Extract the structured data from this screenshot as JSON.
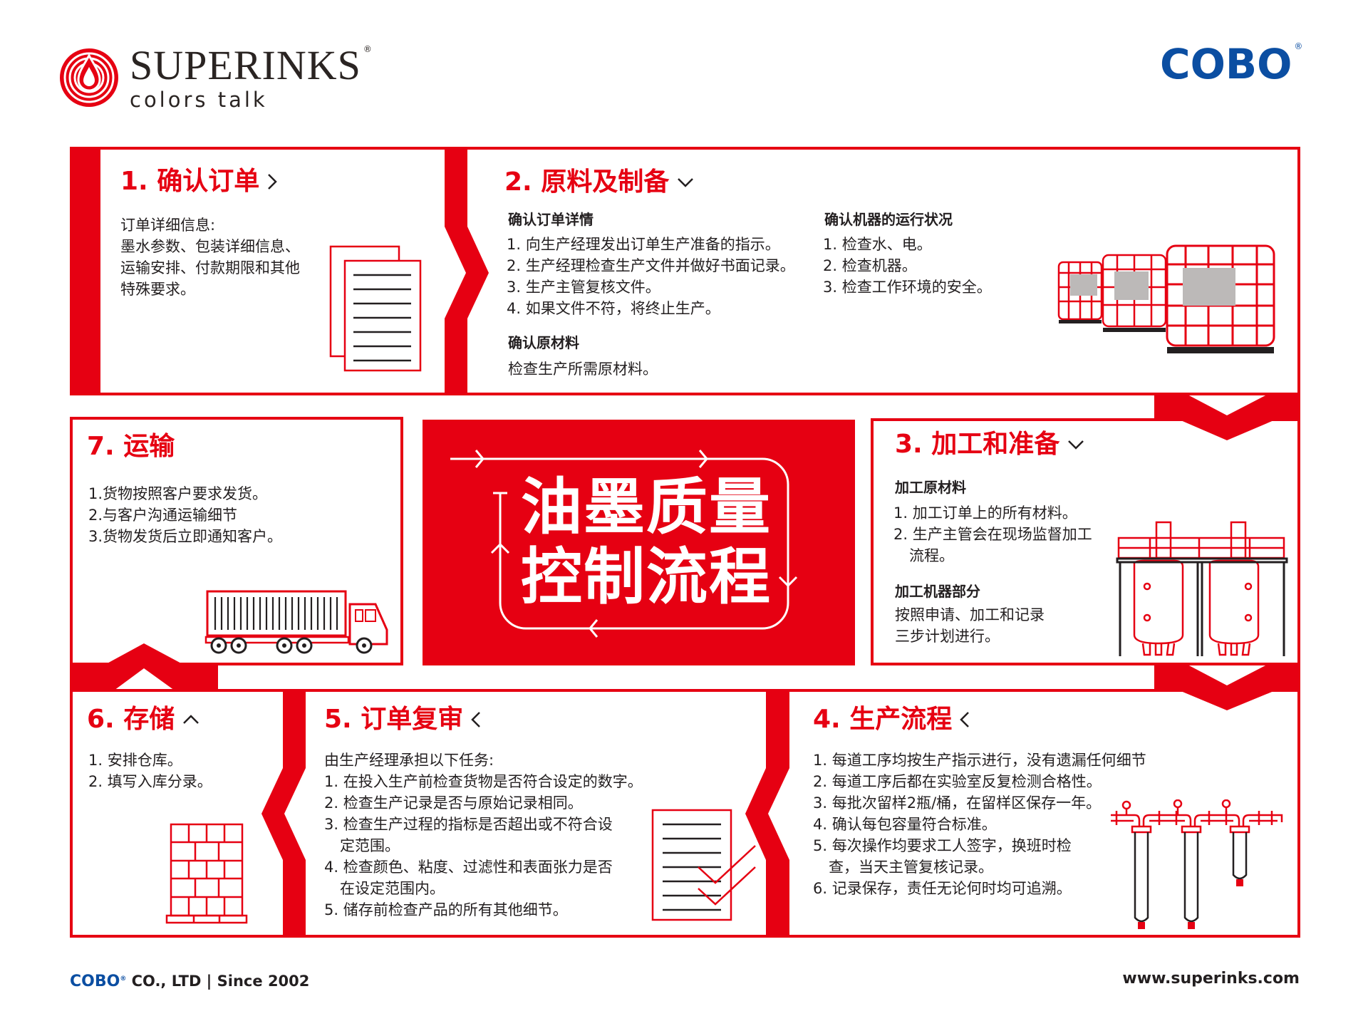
{
  "header": {
    "brand_name": "SUPERINKS",
    "brand_mark": "®",
    "brand_tagline": "colors talk",
    "partner_logo": "COBO",
    "partner_mark": "®"
  },
  "colors": {
    "accent": "#e60012",
    "partner_blue": "#0b4ea2",
    "text": "#231f20"
  },
  "center": {
    "line1": "油墨质量",
    "line2": "控制流程"
  },
  "steps": {
    "s1": {
      "title": "1. 确认订单",
      "lines": [
        "订单详细信息:",
        "墨水参数、包装详细信息、",
        "运输安排、付款期限和其他",
        "特殊要求。"
      ]
    },
    "s2": {
      "title": "2. 原料及制备",
      "sub1": "确认订单详情",
      "sub1_items": [
        "1. 向生产经理发出订单生产准备的指示。",
        "2. 生产经理检查生产文件并做好书面记录。",
        "3. 生产主管复核文件。",
        "4. 如果文件不符，将终止生产。"
      ],
      "sub2": "确认原材料",
      "sub2_text": "检查生产所需原材料。",
      "sub3": "确认机器的运行状况",
      "sub3_items": [
        "1. 检查水、电。",
        "2. 检查机器。",
        "3. 检查工作环境的安全。"
      ]
    },
    "s3": {
      "title": "3. 加工和准备",
      "sub1": "加工原材料",
      "sub1_items": [
        "1. 加工订单上的所有材料。",
        "2. 生产主管会在现场监督加工",
        "流程。"
      ],
      "sub2": "加工机器部分",
      "sub2_lines": [
        "按照申请、加工和记录",
        "三步计划进行。"
      ]
    },
    "s4": {
      "title": "4. 生产流程",
      "lines": [
        "1. 每道工序均按生产指示进行，没有遗漏任何细节",
        "2. 每道工序后都在实验室反复检测合格性。",
        "3. 每批次留样2瓶/桶，在留样区保存一年。",
        "4. 确认每包容量符合标准。",
        "5. 每次操作均要求工人签字，换班时检",
        "查，当天主管复核记录。",
        "6. 记录保存，责任无论何时均可追溯。"
      ]
    },
    "s5": {
      "title": "5. 订单复审",
      "lines": [
        "由生产经理承担以下任务:",
        "1. 在投入生产前检查货物是否符合设定的数字。",
        "2. 检查生产记录是否与原始记录相同。",
        "3. 检查生产过程的指标是否超出或不符合设",
        "定范围。",
        "4. 检查颜色、粘度、过滤性和表面张力是否",
        "在设定范围内。",
        "5. 储存前检查产品的所有其他细节。"
      ]
    },
    "s6": {
      "title": "6. 存储",
      "lines": [
        "1. 安排仓库。",
        "2. 填写入库分录。"
      ]
    },
    "s7": {
      "title": "7. 运输",
      "lines": [
        "1.货物按照客户要求发货。",
        "2.与客户沟通运输细节",
        "3.货物发货后立即通知客户。"
      ]
    }
  },
  "footer": {
    "logo": "COBO",
    "logo_mark": "®",
    "company": "CO., LTD | Since 2002",
    "website": "www.superinks.com"
  }
}
